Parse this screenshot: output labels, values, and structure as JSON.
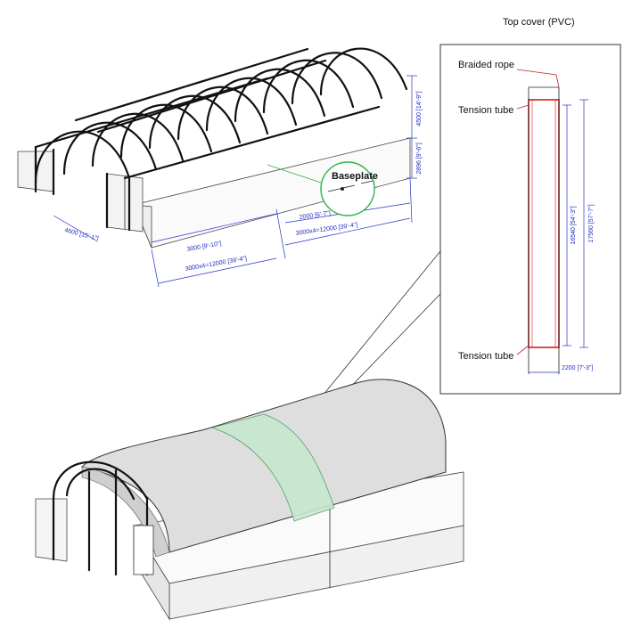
{
  "labels": {
    "top_cover": "Top cover (PVC)",
    "braided_rope": "Braided rope",
    "tension_tube_top": "Tension tube",
    "tension_tube_bottom": "Tension tube",
    "baseplate": "Baseplate"
  },
  "dimensions": {
    "height": "4500 [14'-9\"]",
    "wall_height": "2896 [9'-6\"]",
    "end_width": "4600 [15'-1\"]",
    "bay_left": "3000 [9'-10\"]",
    "length_left": "3000x4=12000 [39'-4\"]",
    "gap": "2000 [6'-7\"]",
    "length_right": "3000x4=12000 [39'-4\"]",
    "panel_inner": "16540 [54'-3\"]",
    "panel_outer": "17560 [57'-7\"]",
    "panel_width": "2200 [7'-3\"]"
  },
  "colors": {
    "dimension": "#2333c8",
    "callout": "#2db34a",
    "panel_edge": "#cc2222",
    "panel_highlight": "#c7e8cf"
  }
}
